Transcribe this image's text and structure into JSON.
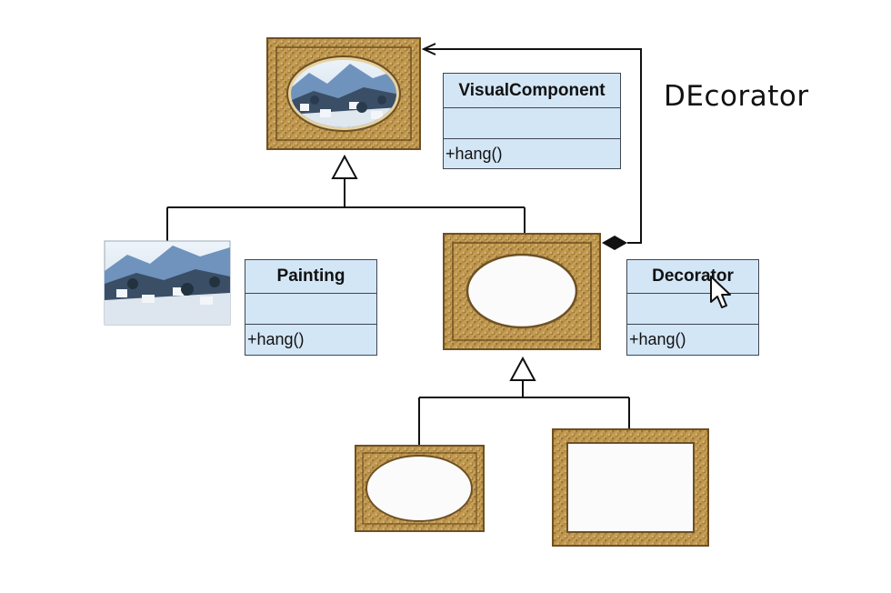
{
  "title": "DEcorator",
  "classes": {
    "visual_component": {
      "name": "VisualComponent",
      "operation": "+hang()"
    },
    "painting": {
      "name": "Painting",
      "operation": "+hang()"
    },
    "decorator": {
      "name": "Decorator",
      "operation": "+hang()"
    }
  },
  "colors": {
    "class_fill": "#d3e6f6",
    "frame_gold": "#b8924a",
    "frame_dark": "#7a5a2a",
    "line": "#111111"
  },
  "icons": [
    "painting-picture",
    "ornate-frame",
    "arrow-cursor"
  ]
}
